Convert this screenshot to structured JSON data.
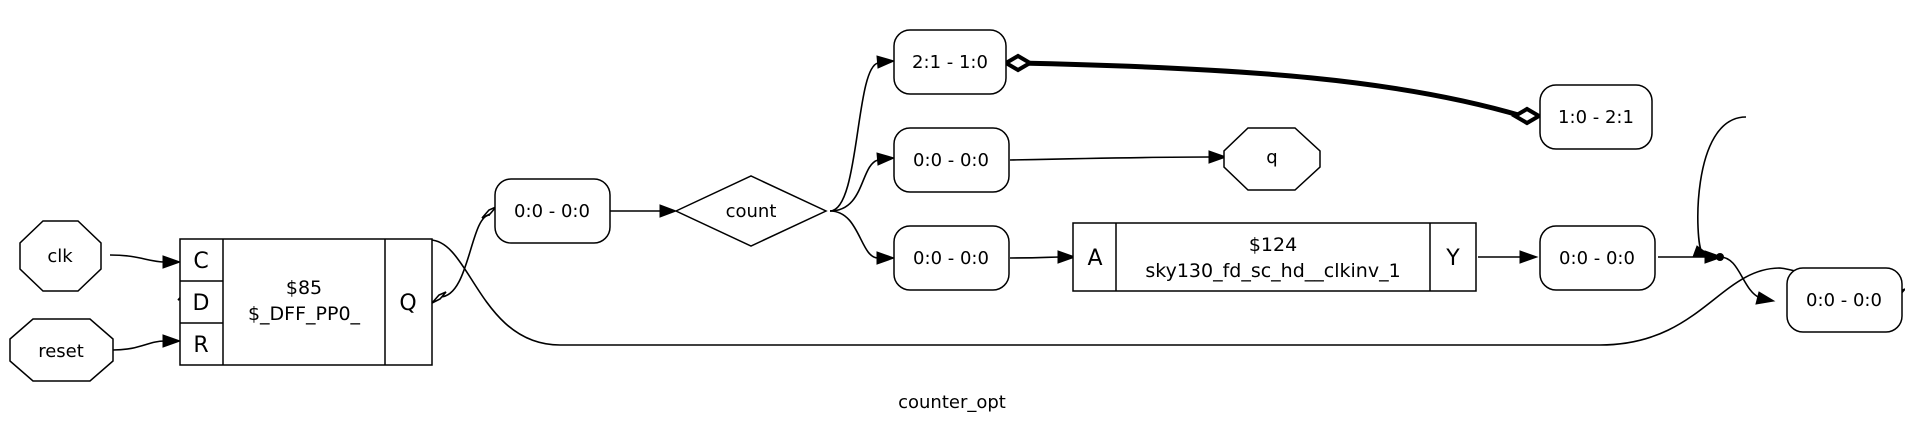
{
  "diagram": {
    "caption": "counter_opt",
    "inputs": {
      "clk": "clk",
      "reset": "reset"
    },
    "output": {
      "q": "q"
    },
    "signal": {
      "count": "count"
    },
    "dff_cell": {
      "id": "$85",
      "type": "$_DFF_PP0_",
      "ports": {
        "c": "C",
        "d": "D",
        "r": "R",
        "q": "Q"
      }
    },
    "inv_cell": {
      "id": "$124",
      "type": "sky130_fd_sc_hd__clkinv_1",
      "ports": {
        "a": "A",
        "y": "Y"
      }
    },
    "slices": {
      "q_out": "0:0 - 0:0",
      "count_hi": "2:1 - 1:0",
      "count_q": "0:0 - 0:0",
      "count_inv": "0:0 - 0:0",
      "inv_out": "0:0 - 0:0",
      "concat": "1:0 - 2:1",
      "dff_in": "0:0 - 0:0"
    }
  }
}
